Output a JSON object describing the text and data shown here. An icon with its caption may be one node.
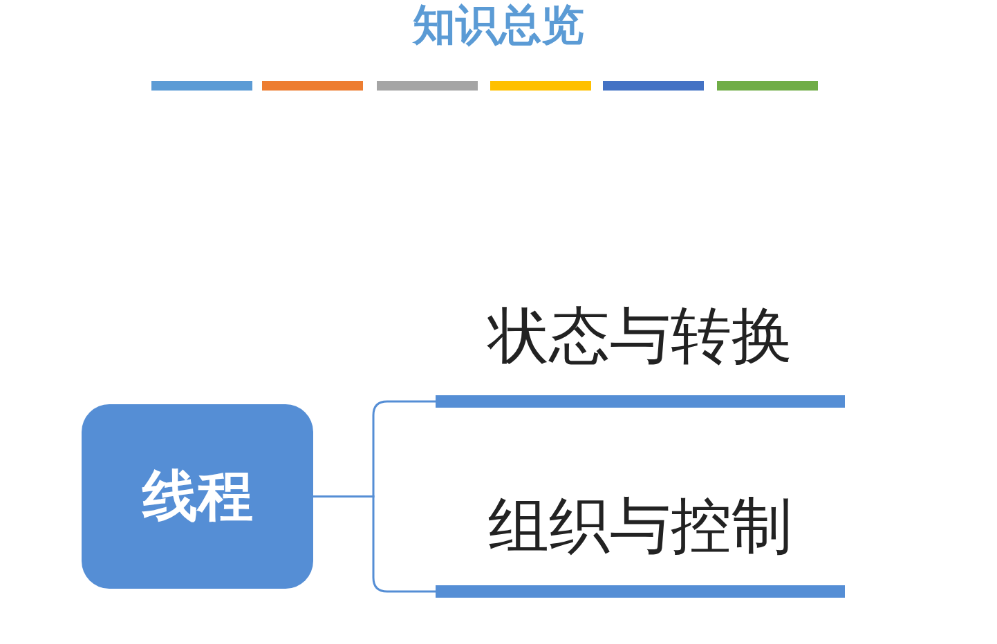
{
  "diagram": {
    "title": "知识总览",
    "nodes": [
      {
        "text": [
          "线程"
        ]
      },
      {
        "text": [
          "状态与转换"
        ]
      },
      {
        "text": [
          "组织与控制"
        ]
      }
    ],
    "edges": [
      {
        "from": 0,
        "to": 1,
        "arrow": "none"
      },
      {
        "from": 0,
        "to": 2,
        "arrow": "none"
      }
    ]
  }
}
